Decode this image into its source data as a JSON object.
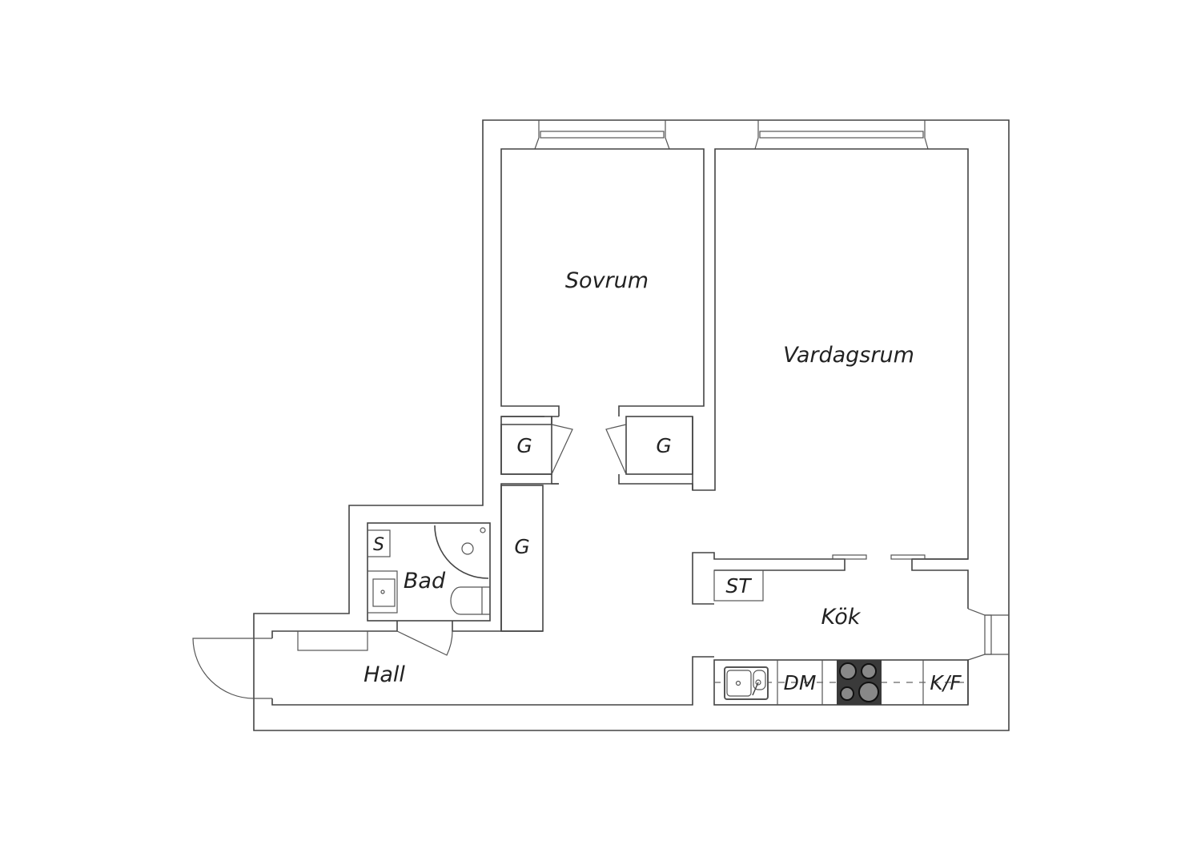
{
  "floorplan": {
    "rooms": {
      "bedroom": "Sovrum",
      "living_room": "Vardagsrum",
      "kitchen": "Kök",
      "hall": "Hall",
      "bathroom": "Bad"
    },
    "closets": [
      "G",
      "G",
      "G"
    ],
    "fixtures": {
      "bath_cabinet": "S",
      "kitchen_storage": "ST",
      "dishwasher": "DM",
      "fridge_freezer": "K/F"
    },
    "colors": {
      "line": "#444444",
      "stove": "#3a3a3a",
      "background": "#ffffff"
    }
  }
}
